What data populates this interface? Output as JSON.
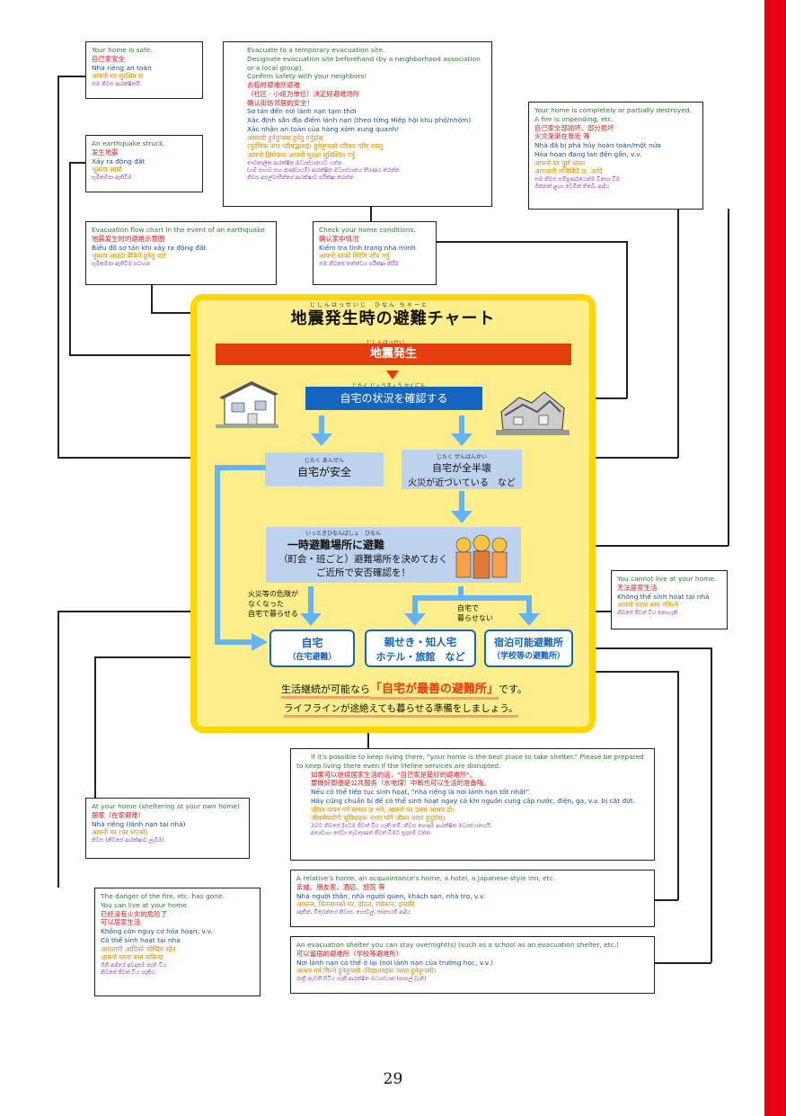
{
  "safe_box": {
    "en": "Your home is safe.",
    "zh": "自己家安全",
    "vi": "Nhà riêng an toàn",
    "ne": "आफ्नो घर सुरक्षित छ",
    "si": "තම නිවස ආරක්ෂිතයි"
  },
  "quake_box": {
    "en": "An earthquake struck.",
    "zh": "发生地震",
    "vi": "Xảy ra động đất",
    "ne": "भूकम्प आयो",
    "si": "භූමිකම්පා ඇතිවීම"
  },
  "flow_box": {
    "en": "Evacuation flow chart in the event of an earthquake",
    "zh": "地震发生时的避难示意图",
    "vi": "Biểu đồ sơ tán khi xảy ra động đất",
    "ne": "भूकम्प आउदा बैंकिने हुनेतु चार्ट",
    "si": "භූමිකම්පා ඇතිවීම සටහන"
  },
  "temp_box": {
    "en1": "Evacuate to a temporary evacuation site.",
    "en2": "Designate evacuation site beforehand (by a neighborhood association or a local group).",
    "en3": "Confirm safety with your neighbors!",
    "zh1": "去临时避难所避难",
    "zh2": "（社区 · 小组为单位）决定好避难场所",
    "zh3": "确认街坊邻居的安全！",
    "vi1": "Sơ tán đến nơi lánh nạn tạm thời",
    "vi2": "Xác định sẵn địa điểm lánh nạn (theo từng Hiệp hội khu phố/nhóm)",
    "vi3": "Xác nhận an toàn của hàng xóm xung quanh!",
    "ne1": "अस्थायी हुनेतुन्त्रमा हुनेतु गर्नुहोस्",
    "ne2": "(पूर्वमिक नगर परिषद्भलाई) हुनेतुन्त्रको परिचय गरिर राख्नु",
    "ne3": "आफ्नो छिमेकमा आफ्नो सुरक्षा सुनिश्चित गर्नु",
    "si1": "තාවකාලික ආරක්ෂිත මධ්‍යස්ථානයට යන්න",
    "si2": "(ගම් සභාව සහ කණ්ඩායම්) ආරක්ෂිත මධ්‍යස්ථානය තීරණය කරන්න",
    "si3": "නිවස අසල්වාසීන්ගේ ආරක්ෂාව පරීක්ෂා කරන්න"
  },
  "check_box": {
    "en": "Check your home conditions.",
    "zh": "确认家中情况",
    "vi": "Kiểm tra tình trạng nhà mình",
    "ne": "आफ्नो घरको स्थिति जाँच गर्नु",
    "si": "තම නිවසේ තත්ත්වය පරීක්ෂා කිරීම"
  },
  "destroyed_box": {
    "en1": "Your home is completely or partially destroyed.",
    "en2": "A fire is impending, etc.",
    "zh1": "自己家全部损坏、部分损坏",
    "zh2": "火灾渐渐在靠近 等",
    "vi1": "Nhà đã bị phá hủy hoàn toàn/một nửa",
    "vi2": "Hỏa hoạn đang lan đến gần, v.v.",
    "ne1": "आफ्नो घर पूर्ण ध्वस्त",
    "ne2": "आगलागी नजिकिँदै छ, आदि",
    "si1": "තම නිවස සම්පූර්ණයෙන්ම විනාශ වීම",
    "si2": "ගින්නක් ළඟා වෙමින් තිබේ, ආදිය"
  },
  "cannot_box": {
    "en": "You cannot live at your home.",
    "zh": "无法居家生活",
    "vi": "Không thể sinh hoạt tại nhà",
    "ne": "आफ्नो घरमा बस्न नमिल्ने",
    "si": "නිවසේ ජීවත් විය නොහැකි"
  },
  "chart": {
    "title": "地震発生時の避難チャート",
    "title_ruby": "じしんはっせいじ　ひなん ちゃーと",
    "occur": "地震発生",
    "occur_ruby": "じしんはっせい",
    "check": "自宅の状況を確認する",
    "check_ruby": "じたく じょうきょう かくにん",
    "safe": "自宅が安全",
    "safe_ruby": "じたく あんぜん",
    "destroyed1": "自宅が全半壊",
    "destroyed2": "火災が近づいている　など",
    "destroyed_ruby": "じたく ぜんはんかい",
    "temp1": "一時避難場所に避難",
    "temp2": "（町会・班ごと）避難場所を決めておく",
    "temp3": "ご近所で安否確認を！",
    "temp_ruby": "いっときひなんばしょ　ひなん",
    "fire_gone1": "火災等の危険が",
    "fire_gone2": "なくなった",
    "fire_gone3": "自宅で暮らせる",
    "cannot1": "自宅で",
    "cannot2": "暮らせない",
    "home1": "自宅",
    "home2": "（在宅避難）",
    "relative1": "親せき・知人宅",
    "relative2": "ホテル・旅館　など",
    "overnight1": "宿泊可能避難所",
    "overnight2": "（学校等の避難所）",
    "bottom1a": "生活継続が可能なら",
    "bottom1b": "「自宅が最善の避難所」",
    "bottom1c": "です。",
    "bottom2": "ライフラインが途絶えても暮らせる準備をしましょう。"
  },
  "best_box": {
    "en1": "If it's possible to keep living there, \"your home is the best place to take shelter.\" Please be prepared",
    "en2": "to keep living there even if the lifeline services are disrupted.",
    "zh1": "如果可以继续居家生活的话，\"自己家是最好的避难所\"。",
    "zh2": "要做好即便是公共服务（水电煤）中断也可以生活的准备哦。",
    "vi1": "Nếu có thể tiếp tục sinh hoạt, \"nhà riêng là nơi lánh nạn tốt nhất\".",
    "vi2": "Hãy cũng chuẩn bị để có thể sinh hoạt ngay cả khi nguồn cung cấp nước, điện, ga, v.v. bị cắt đứt.",
    "ne1": "जीवन यापन गर्न सम्भव छ भने, आफ्नो घर उत्तम आश्रय हो।",
    "ne2": "जीवनोपयोगी सुविधाहरू नभए पनि जीवन तयार हुनुहोस्।",
    "si1": "ඔබට නිවසේ දිගටම ජීවත් විය හැකි නම්, නිවස හොඳම ආරක්ෂිත මධ්‍යස්ථානයයි.",
    "si2": "අත්‍යවශ්‍ය සේවා නැවතුණත් ජීවත් වීමට සූදානම් වන්න."
  },
  "relative_box": {
    "en": "A relative's home, an acquaintance's home, a hotel, a Japanese-style inn, etc.",
    "zh": "亲戚、朋友家、酒店、旅馆 等",
    "vi": "Nhà người thân, nhà người quen, khách sạn, nhà trọ, v.v.",
    "ne": "आफन्त, चिनजानको घर, होटल, रयोकान, इत्यादि",
    "si": "ඥාතීන්, මිතුරන්ගේ නිවාස, හෝටල්, තානායම් ආදිය"
  },
  "overnight_box": {
    "en": "An evacuation shelter you can stay overnight(s) (such as a school as an evacuation shelter, etc.)",
    "zh": "可以留宿的避难所（学校等避难所）",
    "vi": "Nơi lánh nạn có thể ở lại (nơi lánh nạn của trường học, v.v.)",
    "ne": "आश्रय गर्न मिल्ने हुनेतुन्त्रमी (विद्यालयहरू जस्ता हुनेतुन्त्रमी)",
    "si": "රාත්‍රී නැවතී සිටිය හැකි ආරක්ෂිත මධ්‍යස්ථාන (පාසල් වැනි)"
  },
  "athome_box": {
    "en": "At your home (sheltering at your own home)",
    "zh": "居家（在家避难）",
    "vi": "Nhà riêng (lánh nạn tại nhà)",
    "ne": "आफ्नो घर (घर भएको)",
    "si": "නිවස (නිවසේ ආරක්ෂාව ලැබීම)"
  },
  "firegone_box": {
    "en1": "The danger of the fire, etc. has gone.",
    "en2": "You can live at your home.",
    "zh1": "已经没有火灾的危险了",
    "zh2": "可以居家生活",
    "vi1": "Không còn nguy cơ hỏa hoạn, v.v.",
    "vi2": "Có thể sinh hoạt tại nhà",
    "ne1": "आगलागी आदिको जोखिम रहेन",
    "ne2": "आफ्नो घरमा बस्न सकिन्छ",
    "si1": "ගිනි ආදියේ අවදානම නැති විය",
    "si2": "නිවසේ ජීවත් විය හැකිය"
  },
  "page_number": "29"
}
